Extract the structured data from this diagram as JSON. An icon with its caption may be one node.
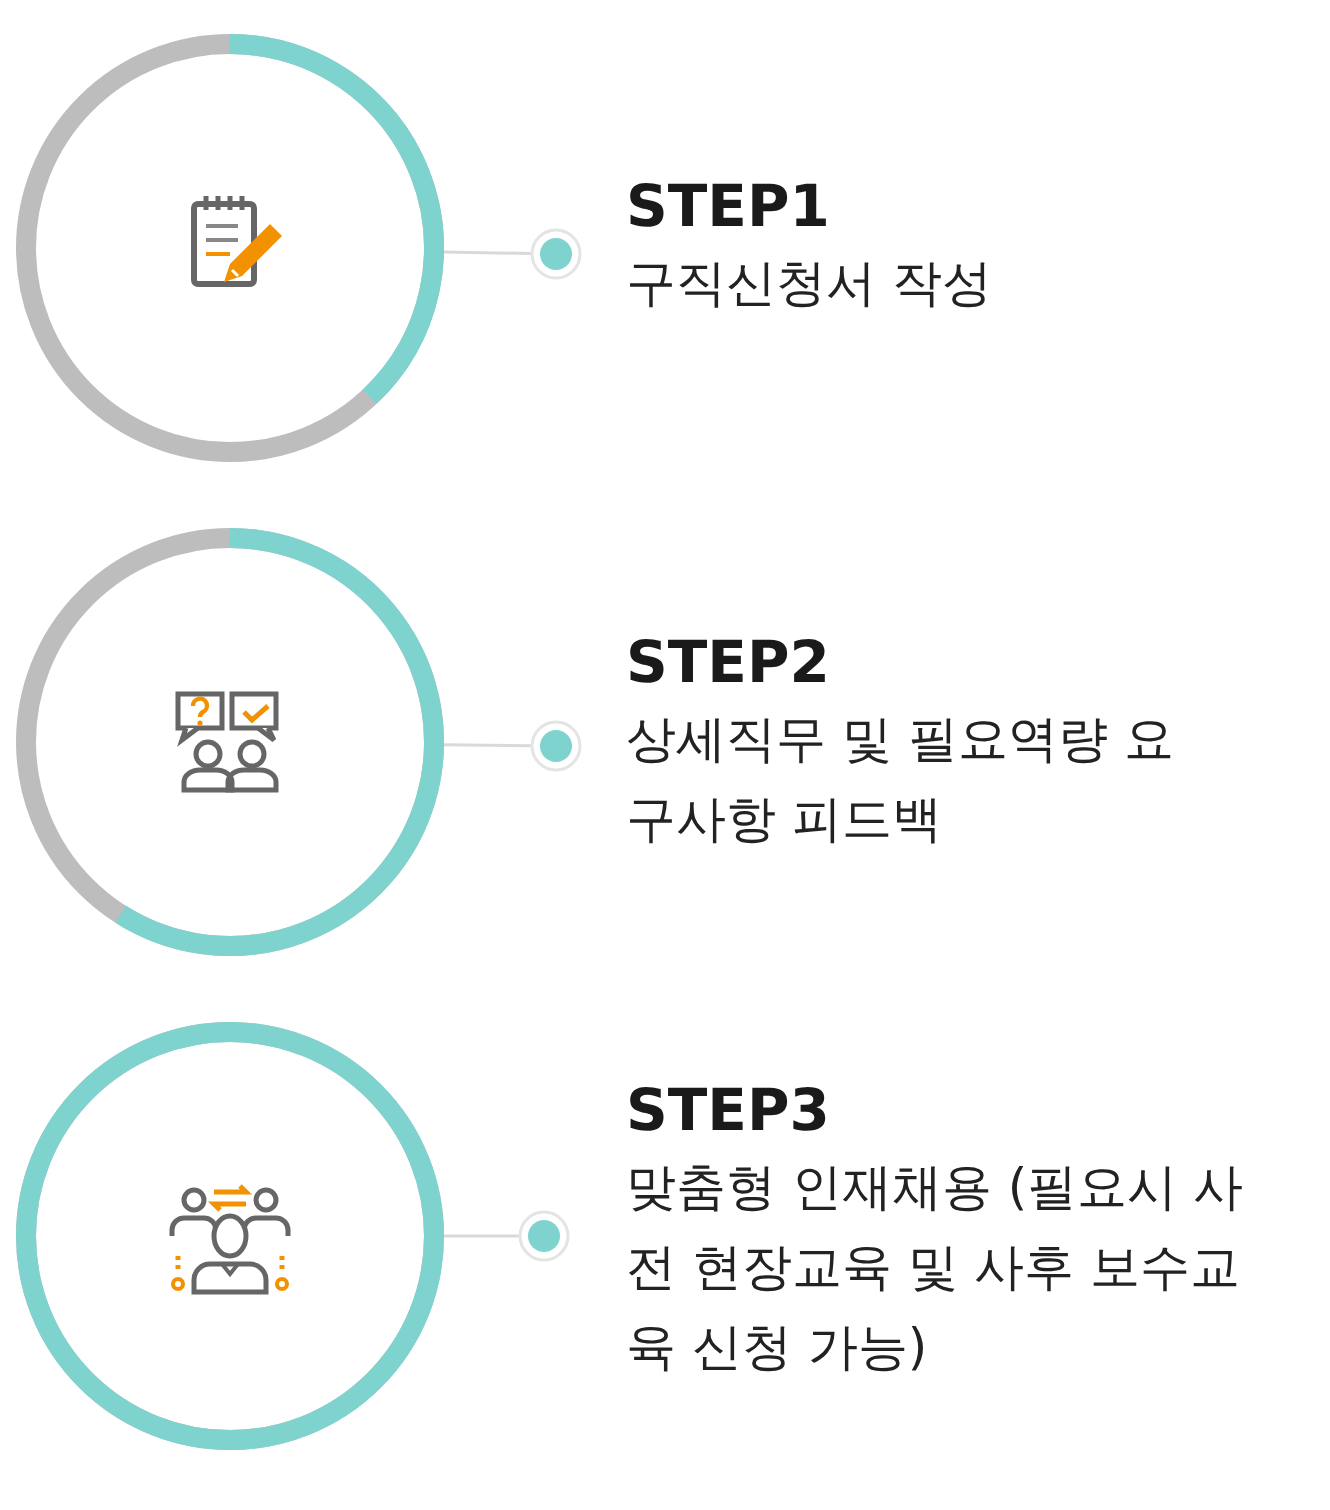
{
  "diagram": {
    "nodes": [
      {
        "text": [],
        "shape": "circle"
      },
      {
        "text": [],
        "shape": "circle",
        "beside": [
          "STEP1",
          "구직신청서 작성"
        ]
      },
      {
        "text": [],
        "shape": "circle"
      },
      {
        "text": [],
        "shape": "circle",
        "beside": [
          "STEP2",
          "상세직무 및 필요역량 요구사항 피드백"
        ]
      },
      {
        "text": [],
        "shape": "circle"
      },
      {
        "text": [],
        "shape": "circle",
        "beside": [
          "STEP3",
          "맞춤형 인재채용 (필요시 사전 현장교육 및 사후 보수교육 신청 가능)"
        ]
      }
    ],
    "edges": [
      {
        "from": 0,
        "to": 1,
        "arrow": "none"
      },
      {
        "from": 2,
        "to": 3,
        "arrow": "none"
      },
      {
        "from": 4,
        "to": 5,
        "arrow": "none"
      }
    ]
  }
}
